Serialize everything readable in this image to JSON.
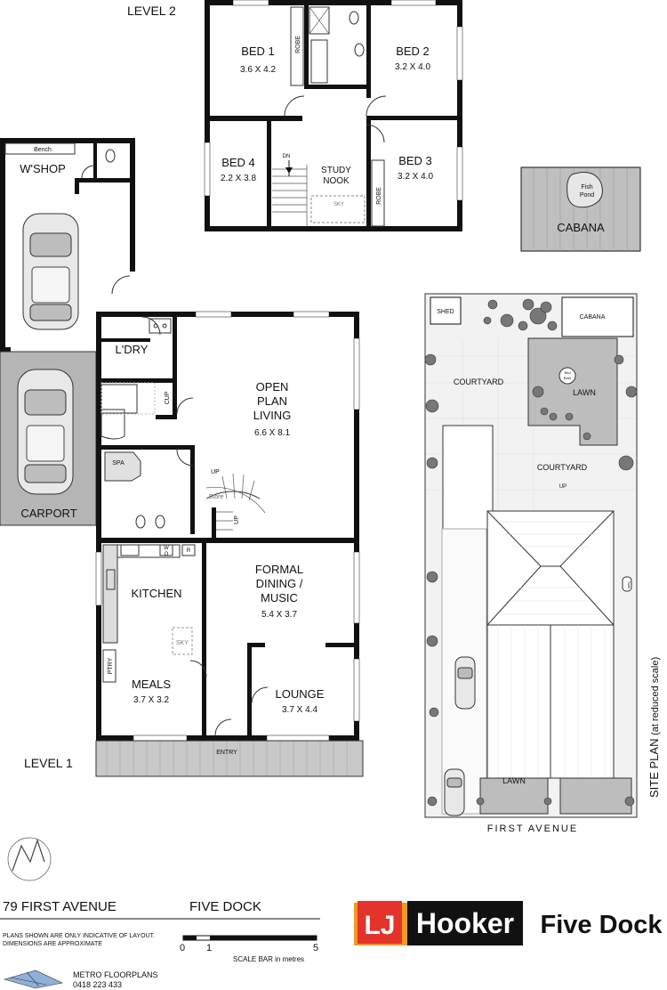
{
  "levels": {
    "level2": "LEVEL 2",
    "level1": "LEVEL 1"
  },
  "rooms": {
    "bed1": {
      "name": "BED 1",
      "dim": "3.6 X 4.2"
    },
    "bed2": {
      "name": "BED 2",
      "dim": "3.2 X 4.0"
    },
    "bed3": {
      "name": "BED 3",
      "dim": "3.2 X 4.0"
    },
    "bed4": {
      "name": "BED 4",
      "dim": "2.2 X 3.8"
    },
    "study": {
      "line1": "STUDY",
      "line2": "NOOK"
    },
    "robe1": "ROBE",
    "robe2": "ROBE",
    "dn": "DN",
    "sky2": "SKY",
    "wshop": "W'SHOP",
    "bench": "Bench",
    "carport": "CARPORT",
    "ldry": "L'DRY",
    "cup": "CUP",
    "spa": "SPA",
    "up1": "UP",
    "up2": "UP",
    "store": "Store",
    "living": {
      "line1": "OPEN",
      "line2": "PLAN",
      "line3": "LIVING",
      "dim": "6.6 X 8.1"
    },
    "kitchen": "KITCHEN",
    "sky1": "SKY",
    "ptry": "PTRY",
    "meals": {
      "name": "MEALS",
      "dim": "3.7 X 3.2"
    },
    "dining": {
      "line1": "FORMAL",
      "line2": "DINING /",
      "line3": "MUSIC",
      "dim": "5.4 X 3.7"
    },
    "lounge": {
      "name": "LOUNGE",
      "dim": "3.7 X 4.4"
    },
    "entry": "ENTRY",
    "wo": "W\nO",
    "r": "R"
  },
  "cabana_top": {
    "name": "CABANA",
    "pond": "Fish\nPond"
  },
  "site": {
    "shed": "SHED",
    "cabana": "CABANA",
    "courtyard1": "COURTYARD",
    "courtyard2": "COURTYARD",
    "lawn1": "LAWN",
    "lawn2": "LAWN",
    "birdbath": "Bird\nBath",
    "up": "UP",
    "street": "FIRST AVENUE",
    "title": "SITE PLAN",
    "subtitle": "(at reduced scale)",
    "tank": "Tank"
  },
  "footer": {
    "address": "79 FIRST AVENUE",
    "suburb": "FIVE DOCK",
    "disclaimer1": "PLANS SHOWN ARE ONLY INDICATIVE OF LAYOUT.",
    "disclaimer2": "DIMENSIONS ARE APPROXIMATE",
    "scale0": "0",
    "scale1": "1",
    "scale5": "5",
    "scale_label": "SCALE BAR in metres",
    "drafter": "METRO FLOORPLANS",
    "phone": "0418 223 433"
  },
  "brand": {
    "lj": "LJ",
    "hooker": "Hooker",
    "office": "Five Dock",
    "accent": "#e4332b",
    "orange": "#f59a1b"
  }
}
